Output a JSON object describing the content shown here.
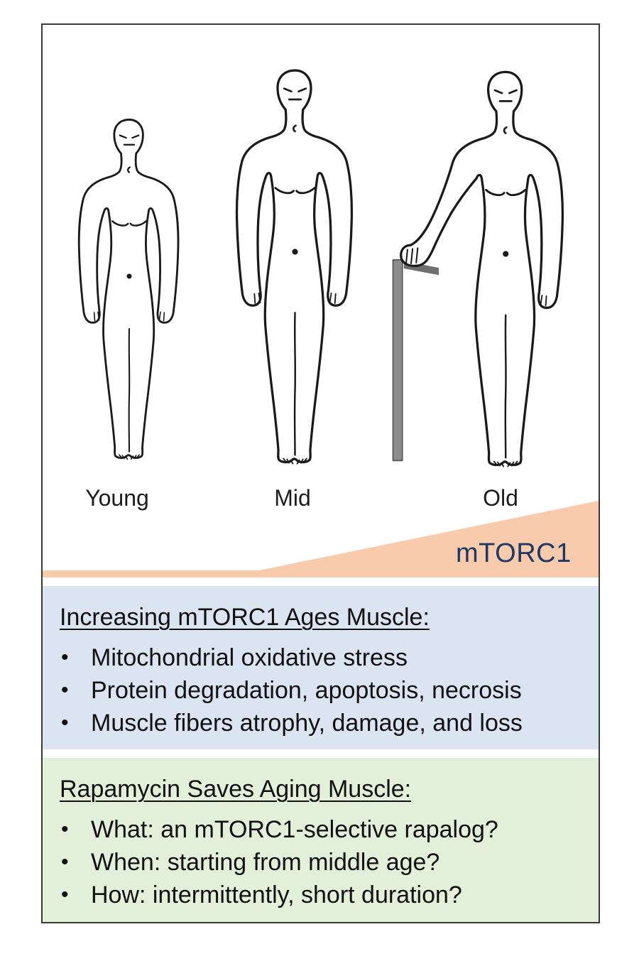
{
  "figure_panel": {
    "stage_labels": [
      "Young",
      "Mid",
      "Old"
    ],
    "gradient_label": "mTORC1",
    "figures": [
      "young-man-outline",
      "middle-aged-man-outline",
      "old-man-with-cane-outline"
    ]
  },
  "info_boxes": [
    {
      "heading": "Increasing mTORC1 Ages Muscle:",
      "bullets": [
        "Mitochondrial oxidative stress",
        "Protein degradation, apoptosis, necrosis",
        "Muscle fibers atrophy, damage, and loss"
      ]
    },
    {
      "heading": "Rapamycin Saves Aging Muscle:",
      "bullets": [
        "What: an mTORC1-selective rapalog?",
        "When: starting from middle age?",
        "How: intermittently, short duration?"
      ]
    }
  ],
  "colors": {
    "wedge": "#F8CBAD",
    "gradient_label_text": "#1F3864",
    "mtorc1_box_bg": "#DBE5F1",
    "rapamycin_box_bg": "#E2EFD9",
    "frame_border": "#3A3A3A",
    "figure_line": "#1A1A1A"
  }
}
